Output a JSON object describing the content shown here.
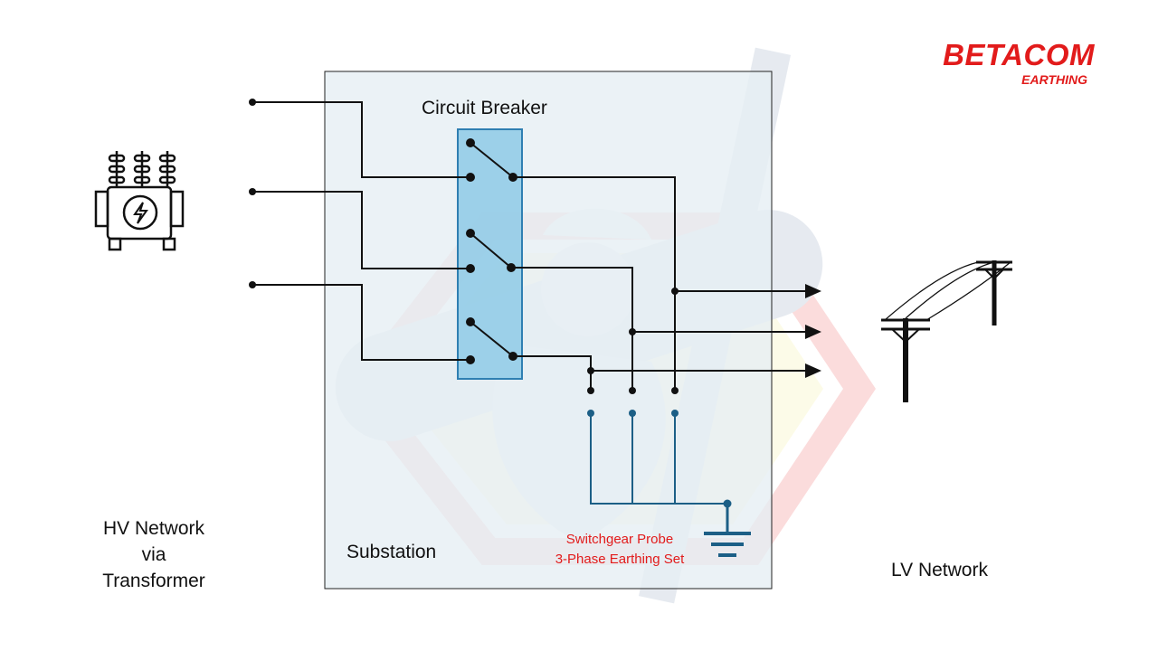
{
  "brand": {
    "name": "BETACOM",
    "tagline": "EARTHING",
    "color": "#e21b1b"
  },
  "labels": {
    "circuit_breaker": "Circuit Breaker",
    "substation": "Substation",
    "hv_network": [
      "HV Network",
      "via",
      "Transformer"
    ],
    "lv_network": "LV Network",
    "probe_line1": "Switchgear Probe",
    "probe_line2": "3-Phase Earthing Set"
  },
  "colors": {
    "substation_fill": "#e6eef3",
    "breaker_fill": "#8ecae6",
    "earthing_lines": "#1c5f86",
    "label_accent": "#e21b1b"
  },
  "icons": [
    "transformer-icon",
    "earth-ground-icon",
    "utility-pole-icon",
    "lineman-watermark-icon"
  ]
}
